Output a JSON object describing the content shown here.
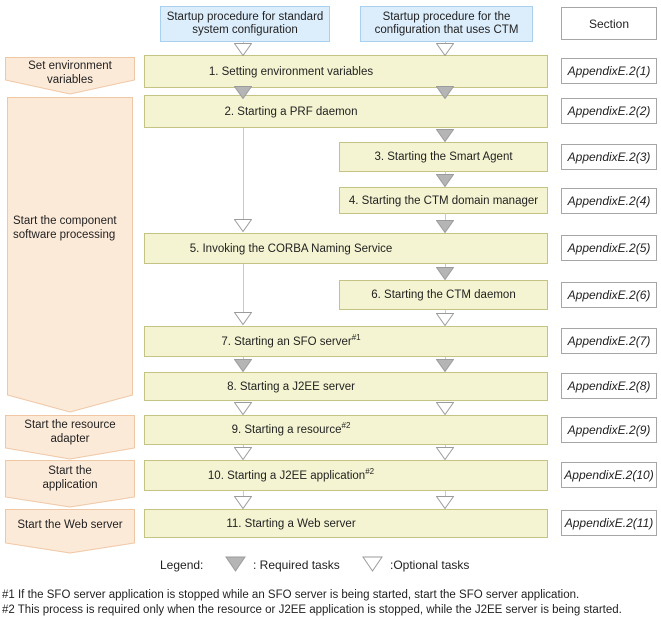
{
  "headers": {
    "standard": "Startup procedure for standard system configuration",
    "ctm": "Startup procedure for the configuration that uses CTM",
    "section": "Section"
  },
  "phases": [
    {
      "line1": "Set environment",
      "line2": "variables"
    },
    {
      "line1": "Start the component",
      "line2": "software processing"
    },
    {
      "line1": "Start the resource",
      "line2": "adapter"
    },
    {
      "line1": "Start the",
      "line2": "application"
    },
    {
      "line1": "Start the Web server",
      "line2": ""
    }
  ],
  "steps": [
    {
      "label": "1. Setting environment variables",
      "sup": "",
      "section": "AppendixE.2(1)"
    },
    {
      "label": "2. Starting a PRF daemon",
      "sup": "",
      "section": "AppendixE.2(2)"
    },
    {
      "label": "3. Starting the Smart Agent",
      "sup": "",
      "section": "AppendixE.2(3)"
    },
    {
      "label": "4. Starting the CTM domain manager",
      "sup": "",
      "section": "AppendixE.2(4)"
    },
    {
      "label": "5. Invoking the CORBA Naming Service",
      "sup": "",
      "section": "AppendixE.2(5)"
    },
    {
      "label": "6. Starting the CTM daemon",
      "sup": "",
      "section": "AppendixE.2(6)"
    },
    {
      "label": "7. Starting an SFO server",
      "sup": "#1",
      "section": "AppendixE.2(7)"
    },
    {
      "label": "8. Starting a J2EE server",
      "sup": "",
      "section": "AppendixE.2(8)"
    },
    {
      "label": "9. Starting a resource",
      "sup": "#2",
      "section": "AppendixE.2(9)"
    },
    {
      "label": "10. Starting a J2EE application",
      "sup": "#2",
      "section": "AppendixE.2(10)"
    },
    {
      "label": "11. Starting a Web server",
      "sup": "",
      "section": "AppendixE.2(11)"
    }
  ],
  "legend": {
    "title": "Legend:",
    "required": ": Required tasks",
    "optional": ":Optional tasks"
  },
  "footnotes": [
    "#1 If the SFO server application is stopped while an SFO server is being started, start the SFO server application.",
    "#2 This process is required only when the resource or J2EE application is stopped, while the J2EE server is being started."
  ],
  "colors": {
    "step_fill": "#f4f4d2",
    "step_border": "#c3c383",
    "header_fill": "#dcedfb",
    "header_border": "#a9d1ef",
    "phase_fill": "#fcead9",
    "phase_border": "#f0c7a5",
    "required_arrow": "#b5b5b5",
    "optional_arrow": "#ffffff",
    "arrow_outline": "#9b9b9b"
  }
}
